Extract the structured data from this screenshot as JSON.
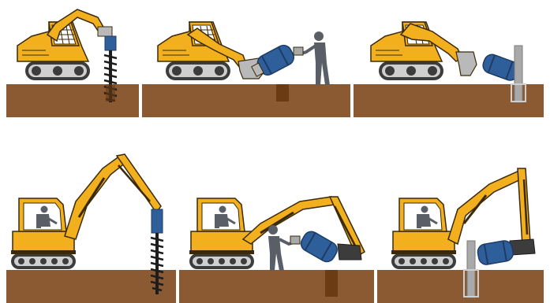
{
  "colors": {
    "background": "#ffffff",
    "soil": "#8c5a32",
    "soil_dark": "#6e4322",
    "hole": "#6b3c14",
    "machine_yellow": "#f2b01e",
    "machine_outline": "#3a2a08",
    "cab_glass": "#ffffff",
    "track_dark": "#3c3c3c",
    "track_light": "#cfcfcf",
    "auger_blue": "#2e5f9a",
    "auger_dark": "#1d3c66",
    "bracket_gray": "#b9b9b9",
    "worker": "#5a5e66",
    "post_gray": "#a9a9a9"
  },
  "panels": [
    {
      "row": "top",
      "machine": "skid-steer-loader",
      "step": "augering-post-hole"
    },
    {
      "row": "top",
      "machine": "skid-steer-loader",
      "step": "worker-loading-post-driver"
    },
    {
      "row": "top",
      "machine": "skid-steer-loader",
      "step": "driving-post"
    },
    {
      "row": "bottom",
      "machine": "mini-excavator",
      "step": "augering-post-hole"
    },
    {
      "row": "bottom",
      "machine": "mini-excavator",
      "step": "worker-loading-post-driver"
    },
    {
      "row": "bottom",
      "machine": "mini-excavator",
      "step": "driving-post"
    }
  ]
}
